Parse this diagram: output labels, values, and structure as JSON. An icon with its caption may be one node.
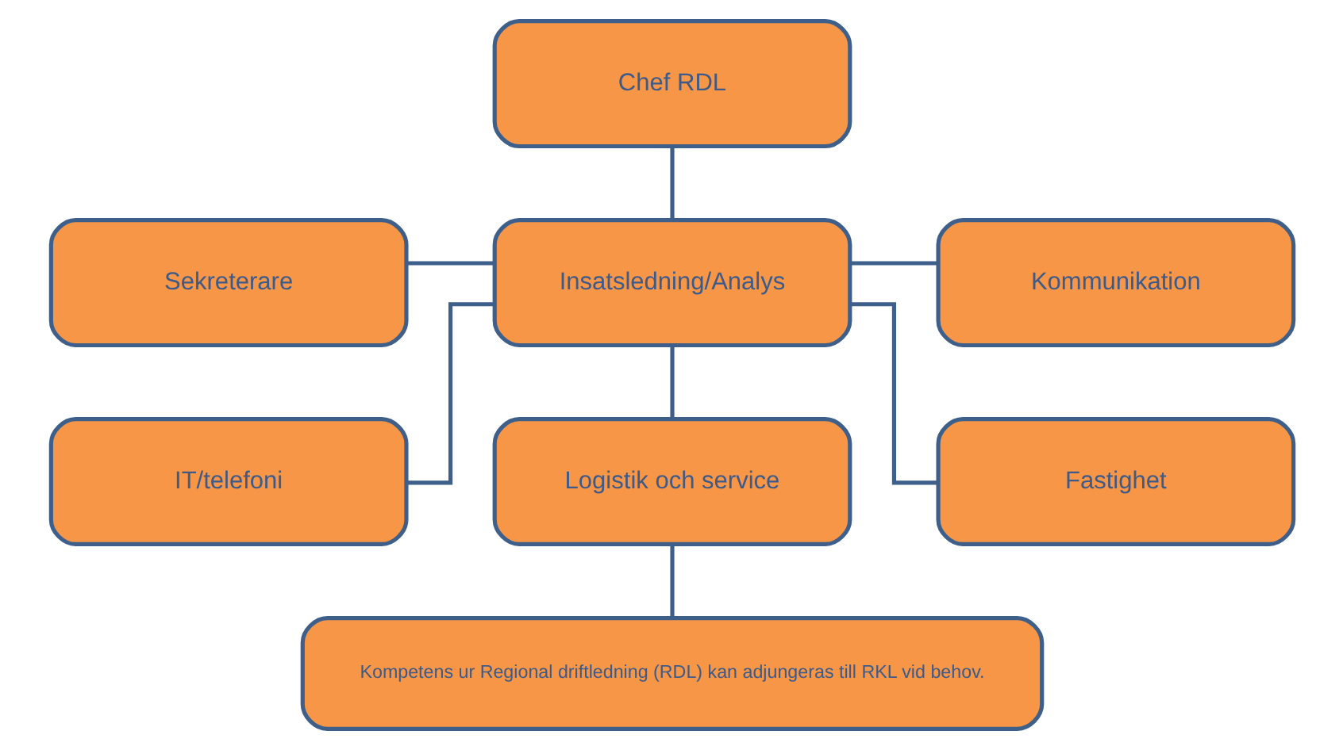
{
  "diagram": {
    "nodes": [
      {
        "text": [
          "Chef RDL"
        ]
      },
      {
        "text": [
          "Sekreterare"
        ]
      },
      {
        "text": [
          "Insatsledning/Analys"
        ]
      },
      {
        "text": [
          "Kommunikation"
        ]
      },
      {
        "text": [
          "IT/telefoni"
        ]
      },
      {
        "text": [
          "Logistik och service"
        ]
      },
      {
        "text": [
          "Fastighet"
        ]
      },
      {
        "text": [
          "Kompetens ur Regional driftledning (RDL) kan adjungeras till RKL vid behov."
        ]
      }
    ],
    "edges": [
      {
        "from": 0,
        "to": 2,
        "arrow": "none"
      },
      {
        "from": 1,
        "to": 2,
        "arrow": "none"
      },
      {
        "from": 2,
        "to": 3,
        "arrow": "none"
      },
      {
        "from": 2,
        "to": 4,
        "arrow": "none"
      },
      {
        "from": 2,
        "to": 5,
        "arrow": "none"
      },
      {
        "from": 2,
        "to": 6,
        "arrow": "none"
      },
      {
        "from": 5,
        "to": 7,
        "arrow": "none"
      }
    ]
  }
}
